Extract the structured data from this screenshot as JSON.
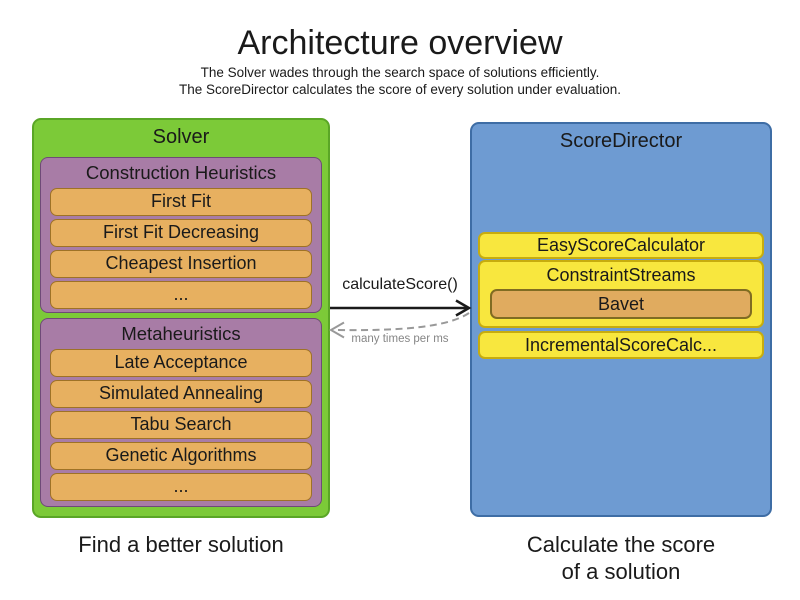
{
  "header": {
    "title": "Architecture overview",
    "subtitle1": "The Solver wades through the search space of solutions efficiently.",
    "subtitle2": "The ScoreDirector calculates the score of every solution under evaluation."
  },
  "solver": {
    "label": "Solver",
    "caption": "Find a better solution",
    "groups": [
      {
        "label": "Construction Heuristics",
        "items": [
          "First Fit",
          "First Fit Decreasing",
          "Cheapest Insertion",
          "..."
        ]
      },
      {
        "label": "Metaheuristics",
        "items": [
          "Late Acceptance",
          "Simulated Annealing",
          "Tabu Search",
          "Genetic Algorithms",
          "..."
        ]
      }
    ]
  },
  "score_director": {
    "label": "ScoreDirector",
    "caption_line1": "Calculate the score",
    "caption_line2": "of a solution",
    "calculators": [
      {
        "label": "EasyScoreCalculator"
      },
      {
        "label": "ConstraintStreams",
        "children": [
          "Bavet"
        ]
      },
      {
        "label": "IncrementalScoreCalc..."
      }
    ]
  },
  "interaction": {
    "call_label": "calculateScore()",
    "frequency_label": "many times per ms"
  },
  "colors": {
    "solver_green": "#7cca38",
    "solver_green_border": "#5aa626",
    "phase_purple": "#a87ca6",
    "phase_purple_border": "#6f4a77",
    "algorithm_orange": "#e7b060",
    "algorithm_orange_border": "#9e7226",
    "score_director_blue": "#6e9bd2",
    "score_director_blue_border": "#3e6da5",
    "calculator_yellow": "#f8e73e",
    "calculator_yellow_border": "#c7ac0e",
    "bavet_orange": "#e0ab5f",
    "bavet_orange_border": "#806c22",
    "arrow_black": "#1a1a1a",
    "arrow_gray": "#999999"
  }
}
